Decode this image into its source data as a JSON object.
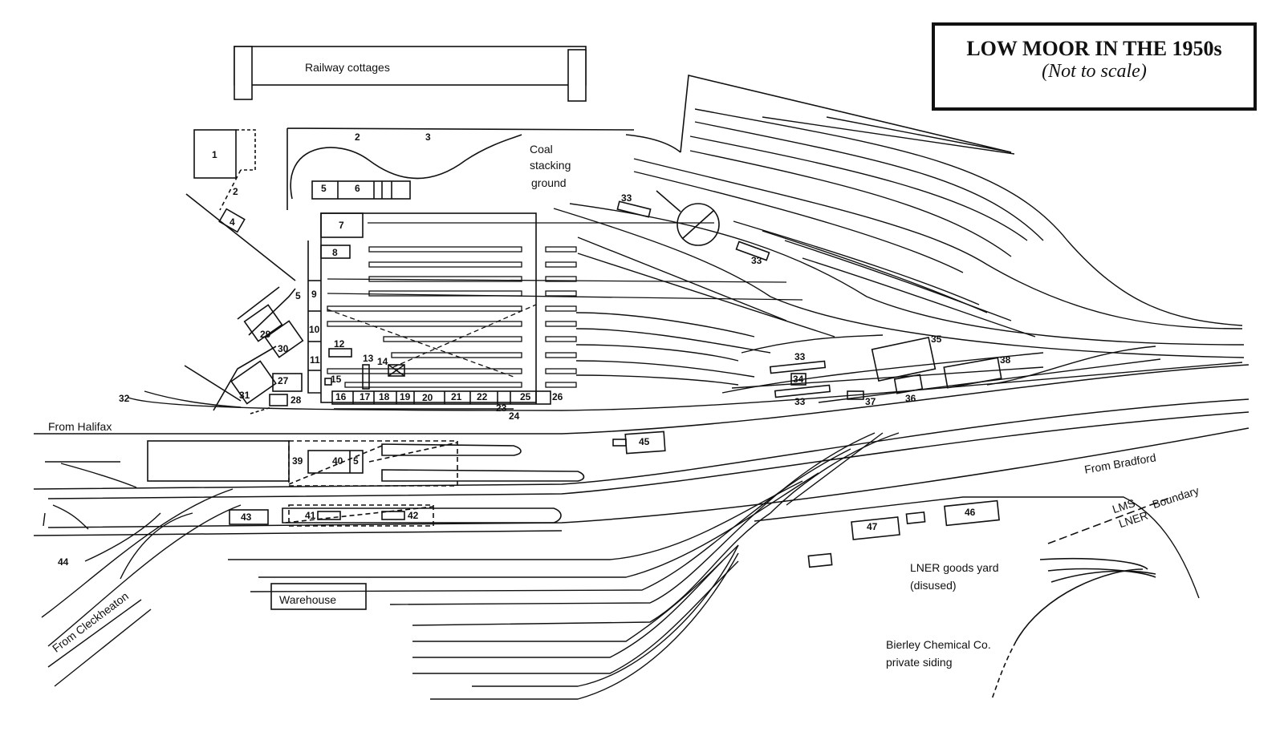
{
  "title": "LOW MOOR IN THE 1950s",
  "subtitle": "(Not to scale)",
  "places": {
    "railway_cottages": "Railway cottages",
    "coal_stacking_ground": [
      "Coal",
      "stacking",
      "ground"
    ],
    "from_halifax": "From Halifax",
    "from_bradford": "From Bradford",
    "from_cleckheaton": "From Cleckheaton",
    "warehouse": "Warehouse",
    "lms": "LMS",
    "lner": "LNER",
    "boundary": "Boundary",
    "lner_goods_yard": [
      "LNER goods yard",
      "(disused)"
    ],
    "bierley": [
      "Bierley Chemical Co.",
      "private siding"
    ]
  },
  "numbers": {
    "n1": "1",
    "n2a": "2",
    "n2b": "2",
    "n3": "3",
    "n4": "4",
    "n5a": "5",
    "n5b": "5",
    "n5c": "5",
    "n6": "6",
    "n7": "7",
    "n8": "8",
    "n9": "9",
    "n10": "10",
    "n11": "11",
    "n12": "12",
    "n13": "13",
    "n14": "14",
    "n15": "15",
    "n16": "16",
    "n17": "17",
    "n18": "18",
    "n19": "19",
    "n20": "20",
    "n21": "21",
    "n22": "22",
    "n23": "23",
    "n24": "24",
    "n25": "25",
    "n26": "26",
    "n27": "27",
    "n28": "28",
    "n29": "29",
    "n30": "30",
    "n31": "31",
    "n32": "32",
    "n33a": "33",
    "n33b": "33",
    "n33c": "33",
    "n33d": "33",
    "n34": "34",
    "n35": "35",
    "n36": "36",
    "n37": "37",
    "n38": "38",
    "n39": "39",
    "n40": "40",
    "n41": "41",
    "n42": "42",
    "n43": "43",
    "n44": "44",
    "n45": "45",
    "n46": "46",
    "n47": "47"
  }
}
